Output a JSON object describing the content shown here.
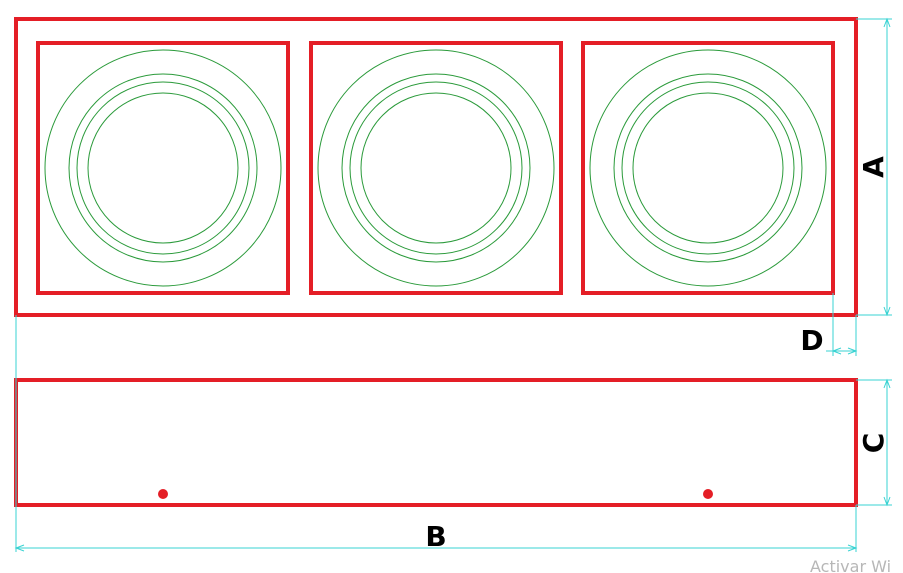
{
  "dimension_labels": {
    "a": "A",
    "b": "B",
    "c": "C",
    "d": "D"
  },
  "watermark": "Activar Wi",
  "colors": {
    "outline": "#e41e26",
    "ring": "#2a9a3a",
    "dimension_line": "#39d3d3",
    "label": "#000000",
    "watermark": "#b7b7b7"
  },
  "views": {
    "top_view": {
      "cell_count": 3,
      "rings_per_cell": 4
    },
    "front_view": {
      "hole_count": 2
    }
  }
}
